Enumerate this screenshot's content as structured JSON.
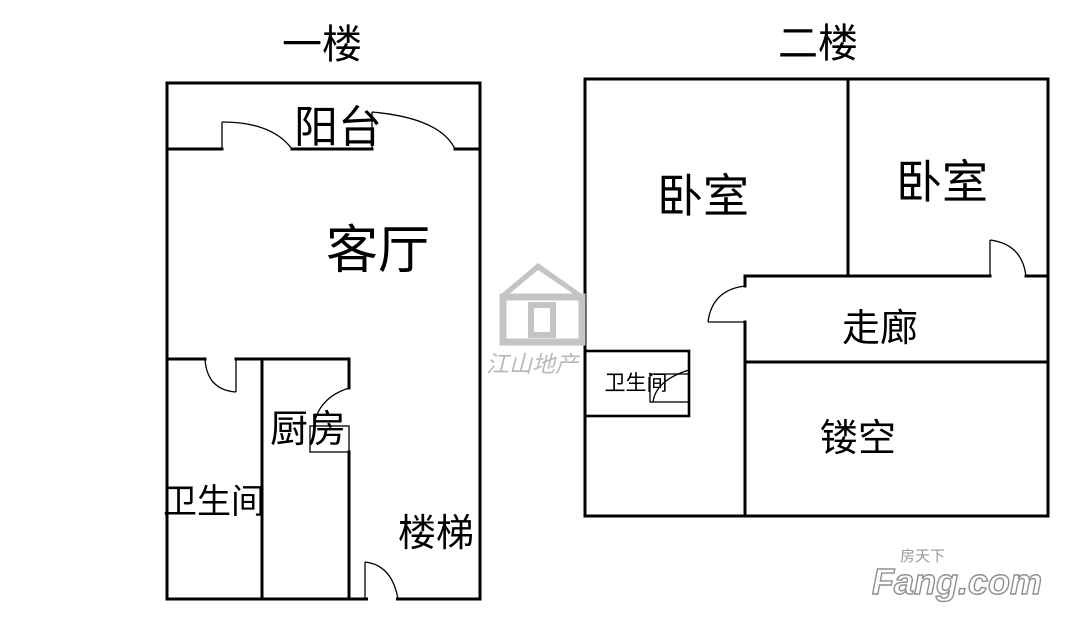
{
  "floors": [
    {
      "title": "一楼",
      "rooms": {
        "balcony": "阳台",
        "living_room": "客厅",
        "kitchen": "厨房",
        "bathroom": "卫生间",
        "stairs": "楼梯"
      }
    },
    {
      "title": "二楼",
      "rooms": {
        "bedroom_left": "卧室",
        "bedroom_right": "卧室",
        "corridor": "走廊",
        "bathroom": "卫生间",
        "void": "镂空"
      }
    }
  ],
  "watermarks": {
    "agency": "江山地产",
    "site_prefix": "房天下",
    "site_logo": "Fang.com"
  },
  "colors": {
    "walls": "#000000",
    "watermark": "#b9b9b9"
  }
}
